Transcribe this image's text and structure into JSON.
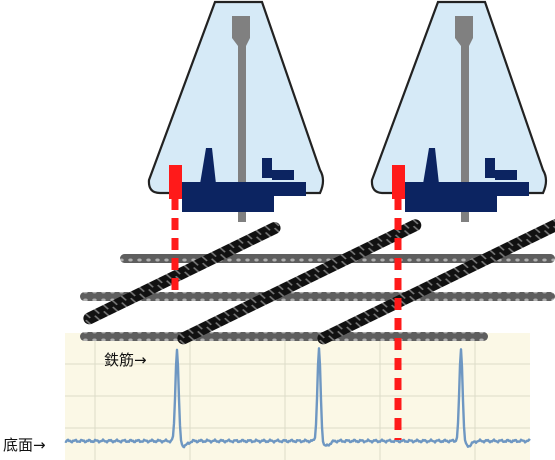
{
  "labels": {
    "rebar": "鉄筋→",
    "bottom": "底面→"
  },
  "chart_data": {
    "type": "line",
    "title": "",
    "xlabel": "",
    "ylabel": "",
    "grid": true,
    "series": [
      {
        "peaks": [
          {
            "label": "鉄筋",
            "relative_amplitude": 1.0
          },
          {
            "relative_amplitude": 1.0
          },
          {
            "relative_amplitude": 1.0
          }
        ]
      }
    ],
    "baseline_label": "底面"
  },
  "colors": {
    "chart_background": "#fbf8e6",
    "grid": "#dcdcc8",
    "signal": "#6e97c2",
    "scanner_fill": "#d6eaf7",
    "scanner_outline": "#222222",
    "scanner_base": "#0c2461",
    "scanner_handle": "#808080",
    "marker": "#ff1a1a",
    "rebar_straight": "#666666",
    "rebar_twisted": "#111111"
  },
  "icons": [
    "scanner-icon",
    "scanner-icon"
  ]
}
